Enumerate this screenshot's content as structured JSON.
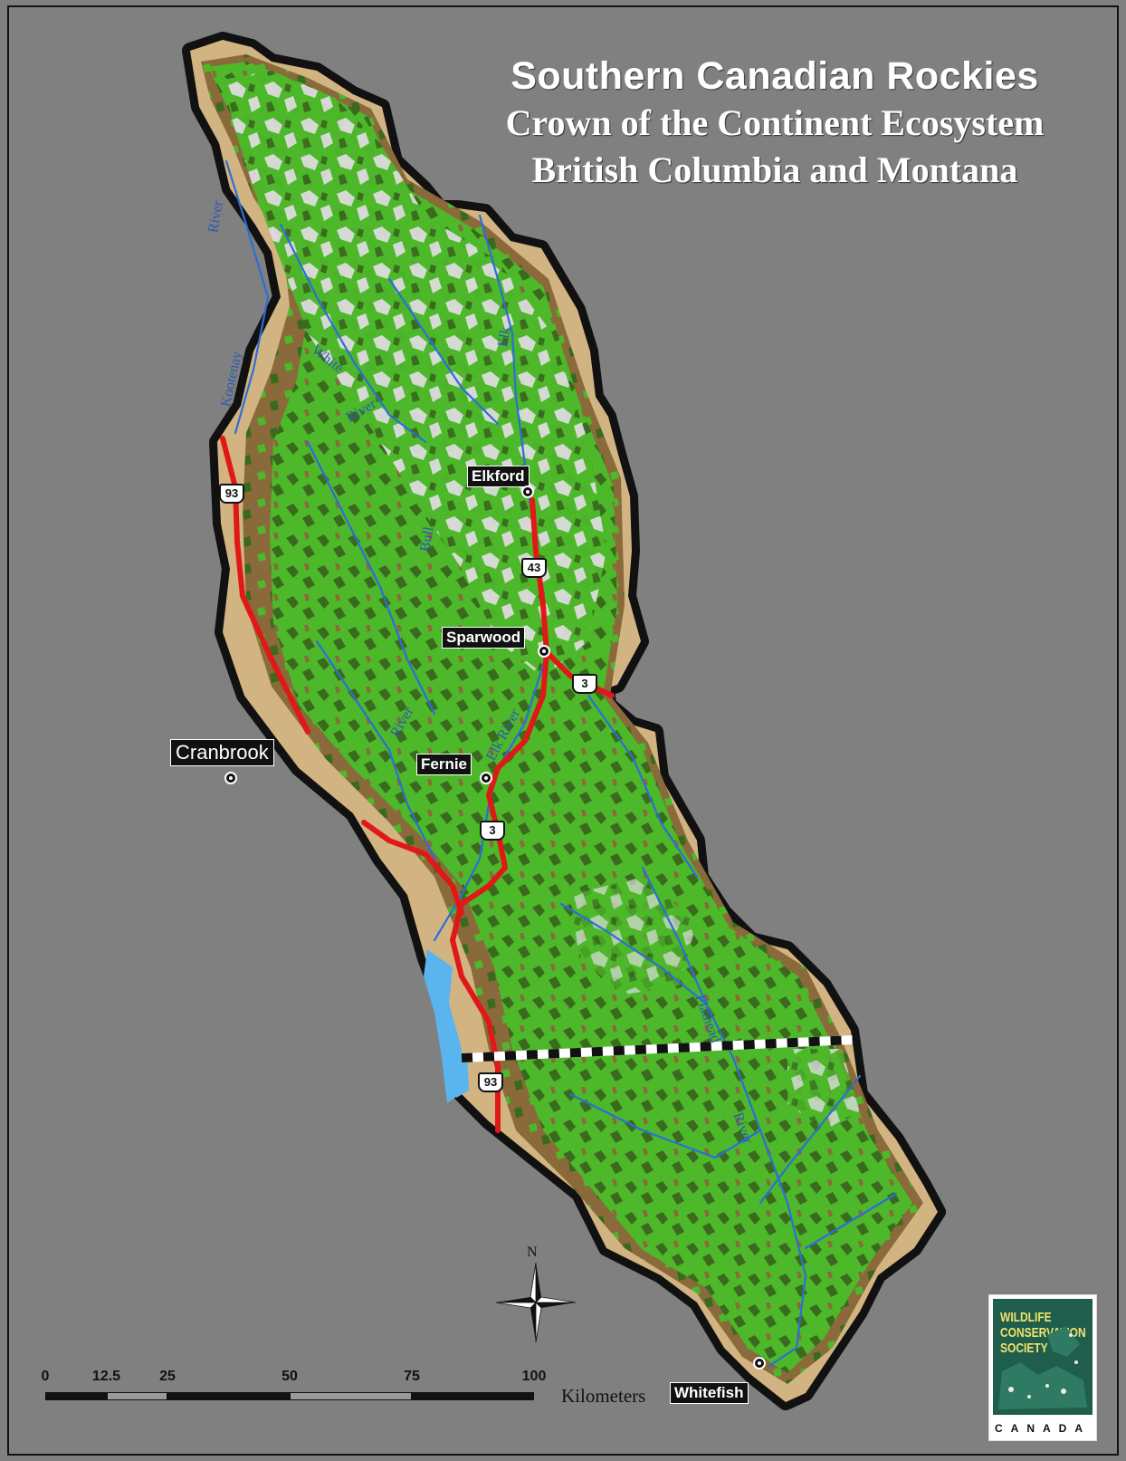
{
  "title": {
    "main": "Southern Canadian Rockies",
    "line2": "Crown of the Continent Ecosystem",
    "line3": "British Columbia and Montana"
  },
  "towns": {
    "elkford": "Elkford",
    "sparwood": "Sparwood",
    "fernie": "Fernie",
    "cranbrook": "Cranbrook",
    "whitefish": "Whitefish"
  },
  "highways": {
    "hwy93_north": "93",
    "hwy43": "43",
    "hwy3_east": "3",
    "hwy3_south": "3",
    "hwy93_south": "93"
  },
  "rivers": {
    "bull_upper": "River",
    "kootenay": "Kootenay",
    "white": "White",
    "white_river": "River",
    "elk_upper": "Elk",
    "bull": "Bull",
    "bull_river": "River",
    "elk_river": "Elk River",
    "flathead": "Flathead",
    "flathead_river": "River"
  },
  "scale": {
    "ticks": [
      "0",
      "12.5",
      "25",
      "50",
      "75",
      "100"
    ],
    "tick_values": [
      0,
      12.5,
      25,
      50,
      75,
      100
    ],
    "unit": "Kilometers"
  },
  "north": "N",
  "logo": {
    "line1": "WILDLIFE",
    "line2": "CONSERVATION",
    "line3": "SOCIETY",
    "country": "CANADA"
  },
  "colors": {
    "background": "#808080",
    "forest_light": "#4db82a",
    "forest_dark": "#3a6a1e",
    "valley": "#8a6a3a",
    "lowland": "#d2b482",
    "alpine": "#dcdcdc",
    "water": "#5ab4ee",
    "river": "#2d6dd8",
    "highway": "#e01818",
    "border": "#111111"
  }
}
